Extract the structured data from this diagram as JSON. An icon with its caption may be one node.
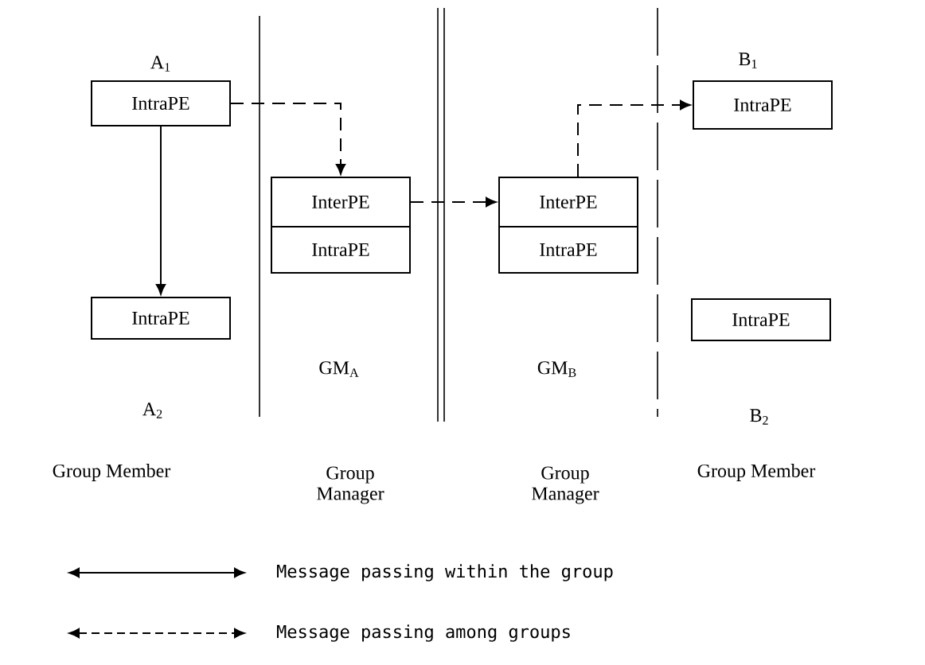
{
  "diagram": {
    "nodes": [
      {
        "text": [
          "IntraPE"
        ],
        "beside": [
          "A$_{1}$"
        ]
      },
      {
        "text": [
          "IntraPE"
        ],
        "beside": [
          "A$_{2}$"
        ]
      },
      {
        "text": [
          "InterPE"
        ]
      },
      {
        "text": [
          "IntraPE"
        ]
      },
      {
        "text": [
          "InterPE"
        ]
      },
      {
        "text": [
          "IntraPE"
        ]
      },
      {
        "text": [
          "IntraPE"
        ],
        "beside": [
          "B$_{1}$"
        ]
      },
      {
        "text": [
          "IntraPE"
        ],
        "beside": [
          "B$_{2}$"
        ]
      }
    ],
    "edges": [
      {
        "from": 0,
        "to": 1,
        "arrow": "to"
      },
      {
        "from": 0,
        "to": 2,
        "arrow": "to",
        "style": "dashed"
      },
      {
        "from": 2,
        "to": 4,
        "arrow": "to",
        "style": "dashed"
      },
      {
        "from": 4,
        "to": 6,
        "arrow": "to",
        "style": "dashed"
      }
    ],
    "labels": [
      "GM$_{A}$",
      "GM$_{B}$",
      "Group Member",
      "Group Manager",
      "Group Manager",
      "Group Member"
    ],
    "legend": [
      {
        "text": "Message passing within the group"
      },
      {
        "text": "Message passing among groups"
      }
    ]
  }
}
